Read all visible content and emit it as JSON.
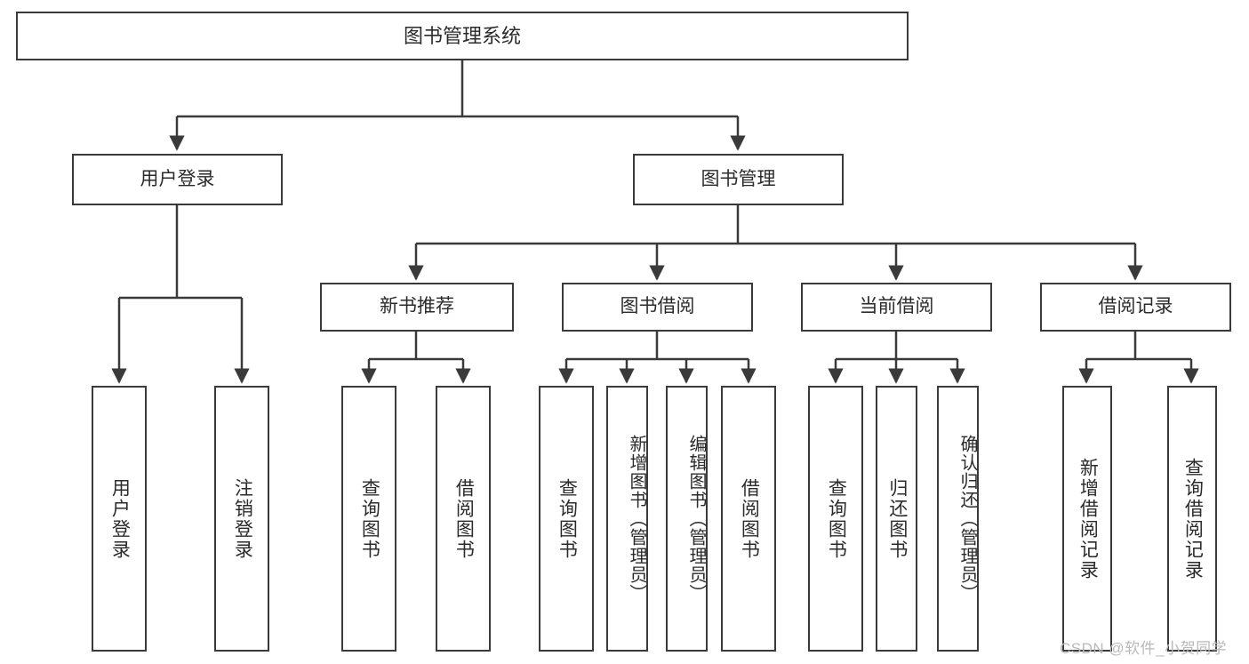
{
  "diagram": {
    "title": "图书管理系统",
    "type": "tree-hierarchy",
    "root": {
      "label": "图书管理系统"
    },
    "level2": [
      {
        "label": "用户登录"
      },
      {
        "label": "图书管理"
      }
    ],
    "level3": [
      {
        "label": "新书推荐"
      },
      {
        "label": "图书借阅"
      },
      {
        "label": "当前借阅"
      },
      {
        "label": "借阅记录"
      }
    ],
    "leaves": {
      "user_login": [
        {
          "label": "用户登录"
        },
        {
          "label": "注销登录"
        }
      ],
      "new_book_recommend": [
        {
          "label": "查询图书"
        },
        {
          "label": "借阅图书"
        }
      ],
      "book_borrow": [
        {
          "label": "查询图书"
        },
        {
          "label": "新增图书（管理员）"
        },
        {
          "label": "编辑图书（管理员）"
        },
        {
          "label": "借阅图书"
        }
      ],
      "current_borrow": [
        {
          "label": "查询图书"
        },
        {
          "label": "归还图书"
        },
        {
          "label": "确认归还（管理员）"
        }
      ],
      "borrow_record": [
        {
          "label": "新增借阅记录"
        },
        {
          "label": "查询借阅记录"
        }
      ]
    }
  },
  "watermark": {
    "text": "CSDN @软件_小贺同学"
  },
  "colors": {
    "border": "#3a3a3a",
    "text": "#2b2b2b",
    "background": "#ffffff",
    "watermark": "#b9b9b9"
  }
}
